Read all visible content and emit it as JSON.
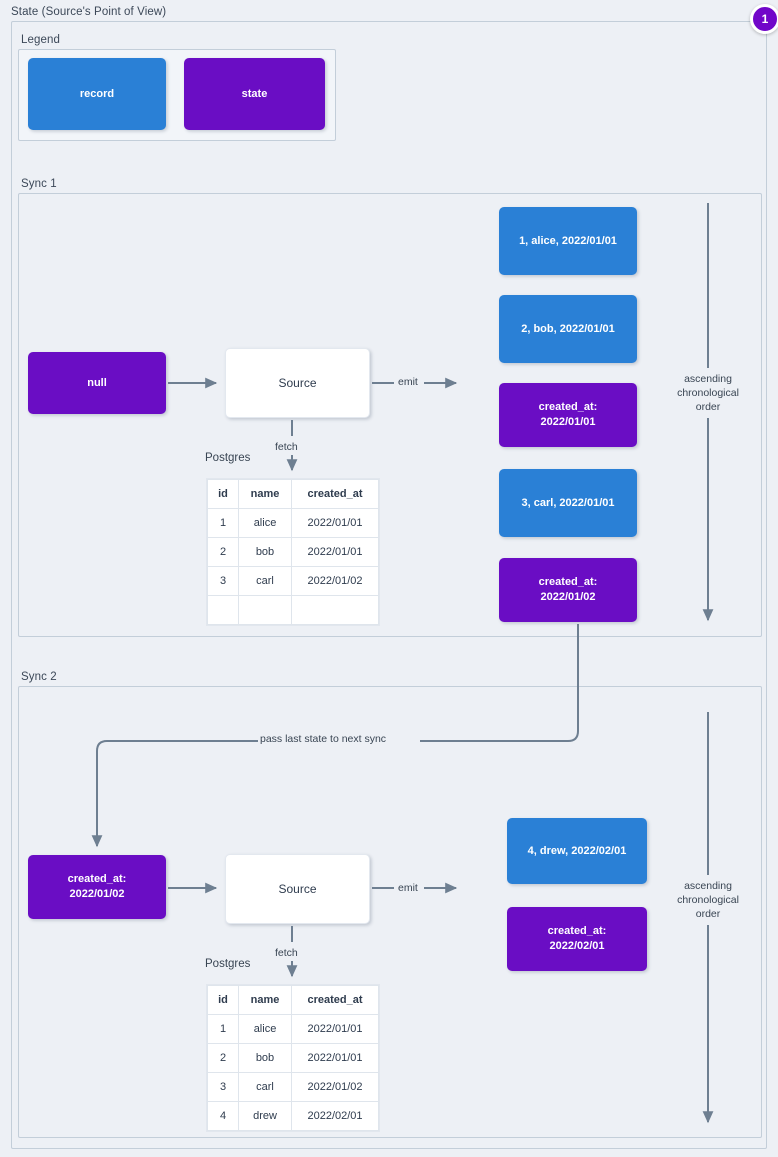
{
  "diagram": {
    "title": "State (Source's Point of View)",
    "badge": "1",
    "legend": {
      "label": "Legend",
      "items": [
        {
          "key": "record",
          "label": "record",
          "color": "#2a80d6"
        },
        {
          "key": "state",
          "label": "state",
          "color": "#6a0dc4"
        }
      ]
    },
    "sync1": {
      "label": "Sync 1",
      "input_state": "null",
      "source_label": "Source",
      "db_label": "Postgres",
      "fetch_label": "fetch",
      "emit_label": "emit",
      "order_label": "ascending chronological order",
      "table": {
        "columns": [
          "id",
          "name",
          "created_at"
        ],
        "rows": [
          [
            "1",
            "alice",
            "2022/01/01"
          ],
          [
            "2",
            "bob",
            "2022/01/01"
          ],
          [
            "3",
            "carl",
            "2022/01/02"
          ],
          [
            "",
            "",
            ""
          ]
        ]
      },
      "emitted": [
        {
          "type": "record",
          "text": "1, alice, 2022/01/01"
        },
        {
          "type": "record",
          "text": "2, bob, 2022/01/01"
        },
        {
          "type": "state",
          "line1": "created_at:",
          "line2": "2022/01/01"
        },
        {
          "type": "record",
          "text": "3, carl, 2022/01/01"
        },
        {
          "type": "state",
          "line1": "created_at:",
          "line2": "2022/01/02"
        }
      ]
    },
    "transition_label": "pass last state to next sync",
    "sync2": {
      "label": "Sync 2",
      "input_state_line1": "created_at:",
      "input_state_line2": "2022/01/02",
      "source_label": "Source",
      "db_label": "Postgres",
      "fetch_label": "fetch",
      "emit_label": "emit",
      "order_label": "ascending chronological order",
      "table": {
        "columns": [
          "id",
          "name",
          "created_at"
        ],
        "rows": [
          [
            "1",
            "alice",
            "2022/01/01"
          ],
          [
            "2",
            "bob",
            "2022/01/01"
          ],
          [
            "3",
            "carl",
            "2022/01/02"
          ],
          [
            "4",
            "drew",
            "2022/02/01"
          ]
        ]
      },
      "emitted": [
        {
          "type": "record",
          "text": "4, drew, 2022/02/01"
        },
        {
          "type": "state",
          "line1": "created_at:",
          "line2": "2022/02/01"
        }
      ]
    }
  }
}
